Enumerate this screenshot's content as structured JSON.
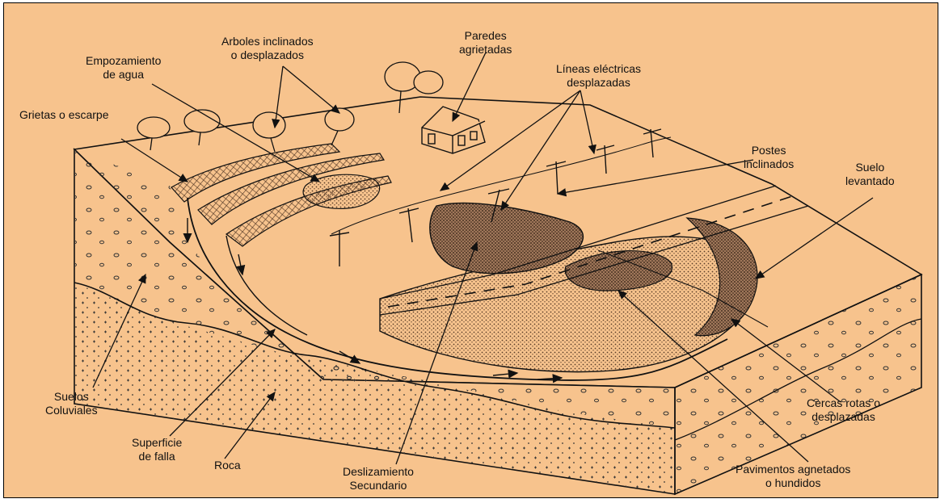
{
  "colors": {
    "background": "#F7C38D",
    "ink": "#111111",
    "landslide_fill": "#8a6a52",
    "hatch": "#6b4a33"
  },
  "labels": {
    "arboles": [
      "Arboles inclinados",
      "o desplazados"
    ],
    "paredes": [
      "Paredes",
      "agrietadas"
    ],
    "empozamiento": [
      "Empozamiento",
      "de agua"
    ],
    "lineas": [
      "Líneas eléctricas",
      "desplazadas"
    ],
    "grietas": [
      "Grietas o escarpe"
    ],
    "postes": [
      "Postes",
      "inclinados"
    ],
    "suelo_levantado": [
      "Suelo",
      "levantado"
    ],
    "suelos_coluviales": [
      "Suelos",
      "Coluviales"
    ],
    "superficie": [
      "Superficie",
      "de falla"
    ],
    "roca": [
      "Roca"
    ],
    "deslizamiento": [
      "Deslizamiento",
      "Secundario"
    ],
    "cercas": [
      "Cercas rotas o",
      "desplazadas"
    ],
    "pavimentos": [
      "Pavimentos agnetados",
      "o hundidos"
    ]
  }
}
